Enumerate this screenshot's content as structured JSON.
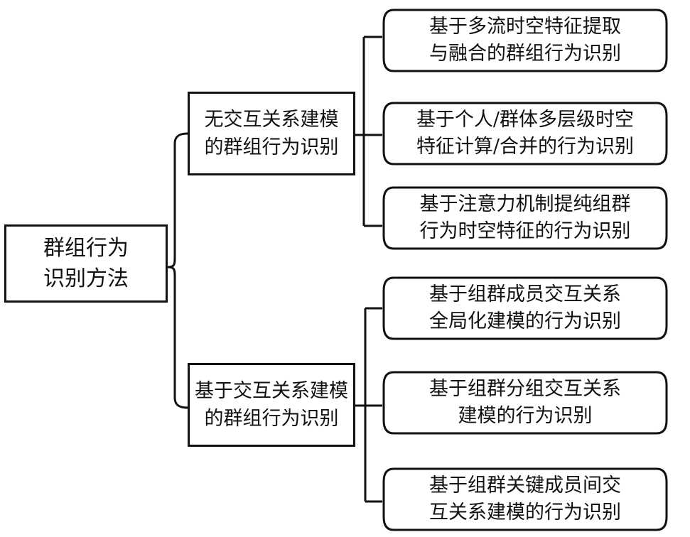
{
  "diagram": {
    "root": {
      "line1": "群组行为",
      "line2": "识别方法"
    },
    "branches": [
      {
        "line1": "无交互关系建模",
        "line2": "的群组行为识别",
        "leaves": [
          {
            "line1": "基于多流时空特征提取",
            "line2": "与融合的群组行为识别"
          },
          {
            "line1": "基于个人/群体多层级时空",
            "line2": "特征计算/合并的行为识别"
          },
          {
            "line1": "基于注意力机制提纯组群",
            "line2": "行为时空特征的行为识别"
          }
        ]
      },
      {
        "line1": "基于交互关系建模",
        "line2": "的群组行为识别",
        "leaves": [
          {
            "line1": "基于组群成员交互关系",
            "line2": "全局化建模的行为识别"
          },
          {
            "line1": "基于组群分组交互关系",
            "line2": "建模的行为识别"
          },
          {
            "line1": "基于组群关键成员间交",
            "line2": "互关系建模的行为识别"
          }
        ]
      }
    ]
  }
}
